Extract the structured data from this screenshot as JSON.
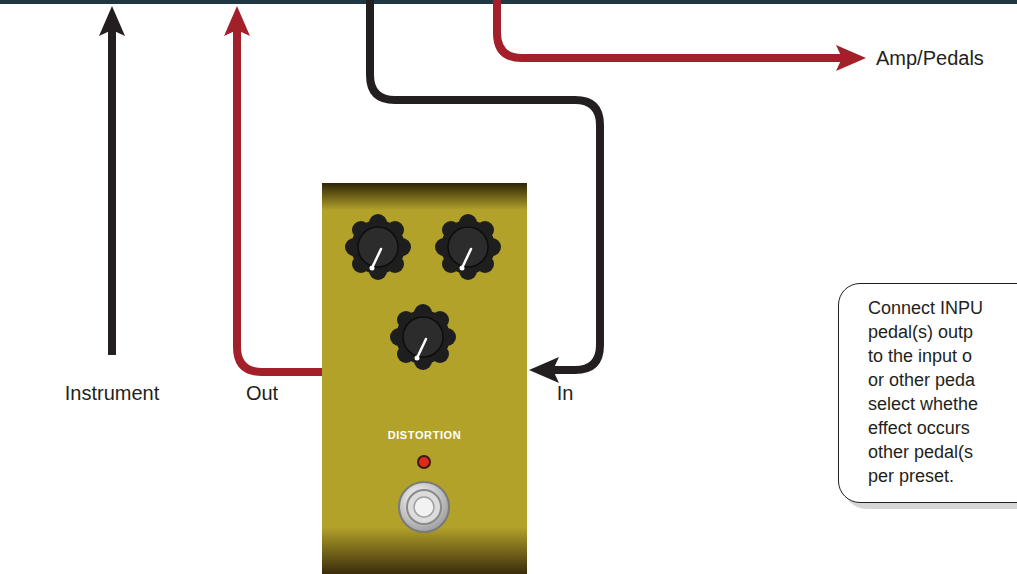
{
  "diagram": {
    "nodes": [
      {
        "text": [
          "DISTORTION"
        ]
      },
      {
        "text": [
          "Connect INPU pedal(s) outp to the input o or other peda select whethe effect occurs other pedal(s per preset."
        ]
      }
    ],
    "labels": [
      "Instrument",
      "Out",
      "In",
      "Amp/Pedals"
    ]
  }
}
